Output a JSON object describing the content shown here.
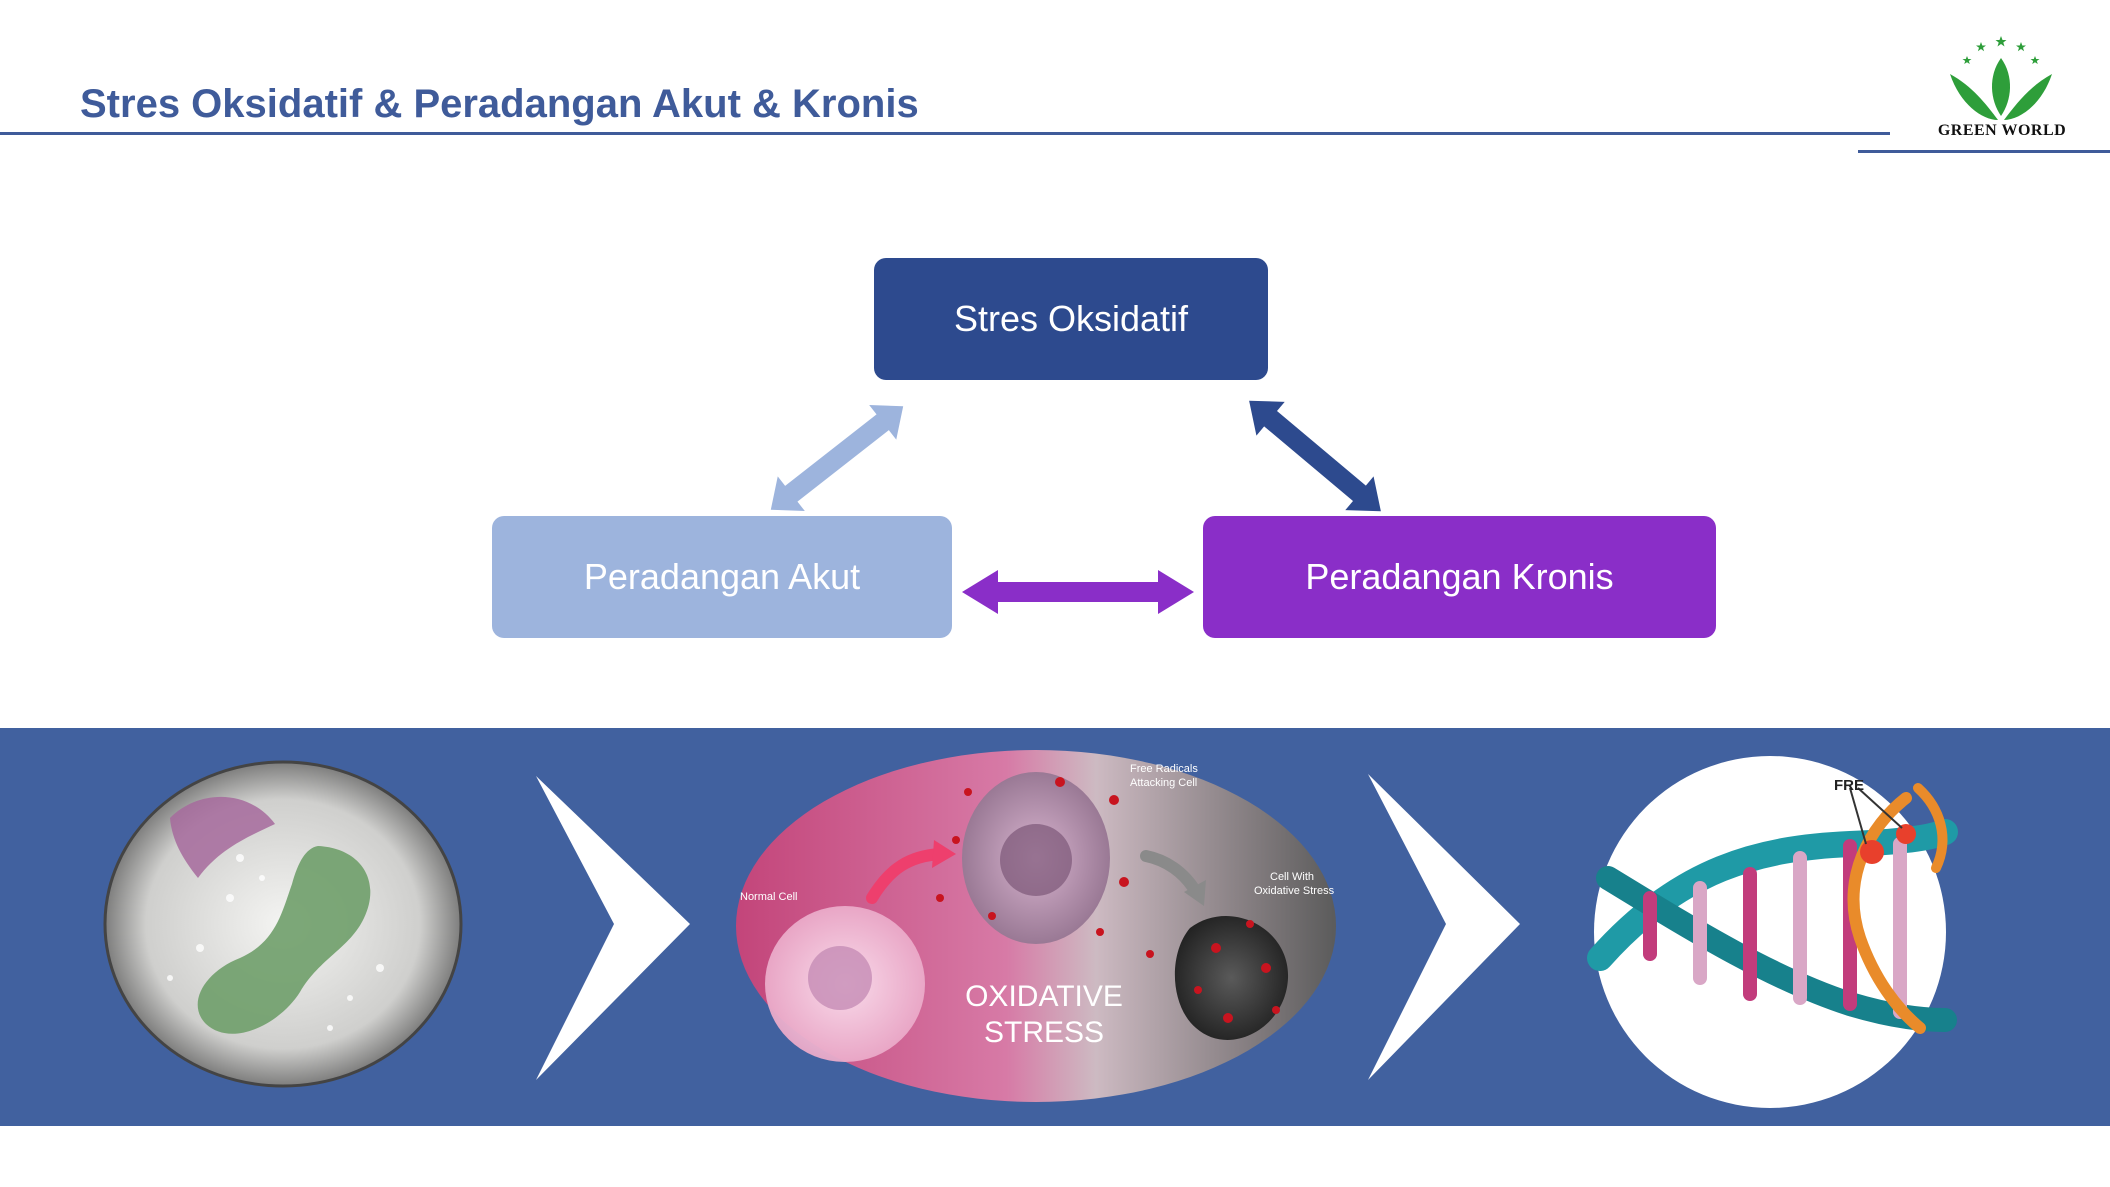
{
  "header": {
    "title": "Stres Oksidatif & Peradangan Akut & Kronis",
    "logo_text": "GREEN WORLD"
  },
  "diagram": {
    "nodes": {
      "top": "Stres Oksidatif",
      "left": "Peradangan Akut",
      "right": "Peradangan Kronis"
    }
  },
  "images": {
    "oxidative": {
      "caption_line1": "OXIDATIVE",
      "caption_line2": "STRESS",
      "label_normal": "Normal Cell",
      "label_attacking_1": "Free Radicals",
      "label_attacking_2": "Attacking Cell",
      "label_cell_with_1": "Cell With",
      "label_cell_with_2": "Oxidative Stress"
    },
    "dna": {
      "label": "FRE"
    }
  },
  "colors": {
    "title": "#3f5b9a",
    "node_top": "#2d4a8e",
    "node_left": "#9db4dd",
    "node_right": "#8a2ec8",
    "band": "#41619f",
    "logo_green": "#2e9e3a"
  }
}
